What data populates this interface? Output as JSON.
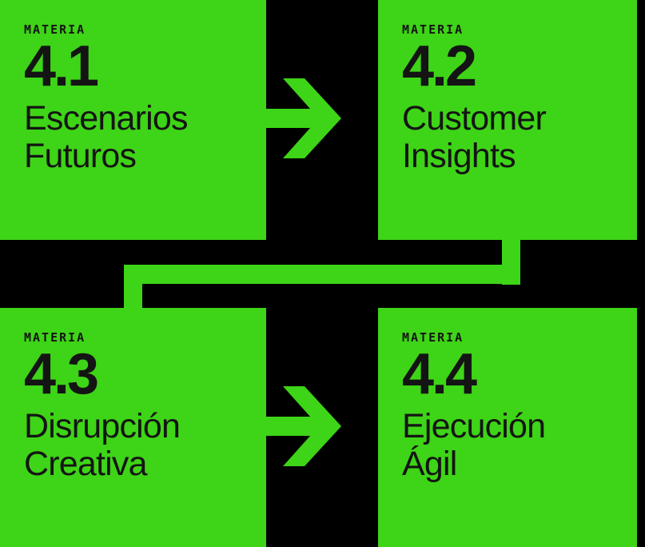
{
  "theme": {
    "background": "#000000",
    "card_green": "#3ed417",
    "ink": "#141414"
  },
  "diagram": {
    "type": "2x2-flow",
    "eyebrow_label": "MATERIA",
    "cards": [
      {
        "id": "4.1",
        "eyebrow": "MATERIA",
        "number": "4.1",
        "title_lines": [
          "Escenarios",
          "Futuros"
        ],
        "title": "Escenarios Futuros",
        "position": "top-left"
      },
      {
        "id": "4.2",
        "eyebrow": "MATERIA",
        "number": "4.2",
        "title_lines": [
          "Customer",
          "Insights"
        ],
        "title": "Customer Insights",
        "position": "top-right"
      },
      {
        "id": "4.3",
        "eyebrow": "MATERIA",
        "number": "4.3",
        "title_lines": [
          "Disrupción",
          "Creativa"
        ],
        "title": "Disrupción Creativa",
        "position": "bottom-left"
      },
      {
        "id": "4.4",
        "eyebrow": "MATERIA",
        "number": "4.4",
        "title_lines": [
          "Ejecución",
          "Ágil"
        ],
        "title": "Ejecución Ágil",
        "position": "bottom-right"
      }
    ],
    "connectors": [
      {
        "name": "arrow-4-1-to-4-2",
        "from": "4.1",
        "to": "4.2",
        "shape": "right-arrow"
      },
      {
        "name": "elbow-4-2-to-4-3",
        "from": "4.2",
        "to": "4.3",
        "shape": "elbow"
      },
      {
        "name": "arrow-4-3-to-4-4",
        "from": "4.3",
        "to": "4.4",
        "shape": "right-arrow"
      }
    ]
  }
}
